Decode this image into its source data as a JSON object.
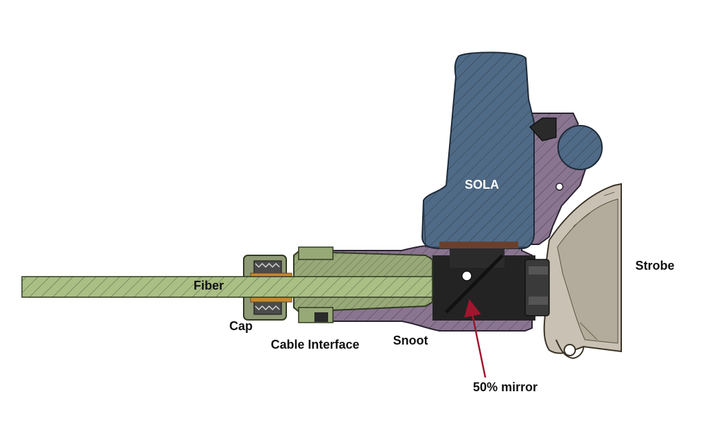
{
  "labels": {
    "sola": "SOLA",
    "strobe": "Strobe",
    "fiber": "Fiber",
    "cap": "Cap",
    "cable_interface": "Cable Interface",
    "snoot": "Snoot",
    "mirror": "50% mirror"
  },
  "colors": {
    "sola_body": "#4f6a86",
    "housing": "#8a7591",
    "fiber": "#a9bf84",
    "cable_interface": "#98a978",
    "strobe": "#c9c2b4",
    "cap_brass": "#c58a2e",
    "interior": "#232323",
    "arrow": "#a0162e"
  },
  "icons": {
    "hatch": "diagonal-hatch-pattern",
    "arrow": "arrow-line"
  }
}
